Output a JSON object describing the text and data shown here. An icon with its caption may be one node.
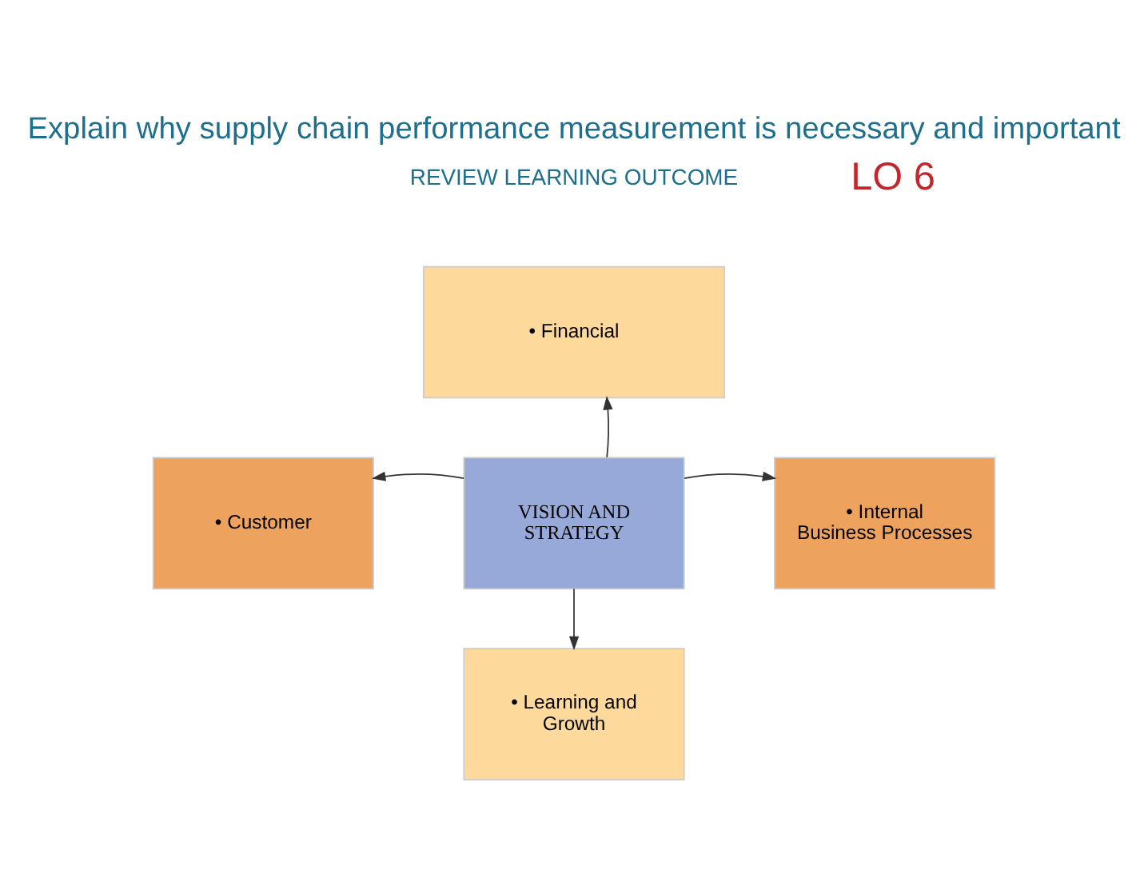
{
  "diagram": {
    "title": "Explain why supply chain performance measurement is necessary and important",
    "nodes": [
      {
        "text": [
          "• Financial"
        ]
      },
      {
        "text": [
          "• Customer"
        ]
      },
      {
        "text": [
          "VISION AND STRATEGY"
        ]
      },
      {
        "text": [
          "• Internal Business Processes"
        ]
      },
      {
        "text": [
          "• Learning and Growth"
        ]
      }
    ],
    "edges": [
      {
        "from": 2,
        "to": 0,
        "arrow": "to"
      },
      {
        "from": 2,
        "to": 1,
        "arrow": "to"
      },
      {
        "from": 2,
        "to": 3,
        "arrow": "to"
      },
      {
        "from": 2,
        "to": 4,
        "arrow": "to"
      }
    ],
    "labels": [
      "REVIEW LEARNING OUTCOME",
      "LO 6"
    ]
  }
}
